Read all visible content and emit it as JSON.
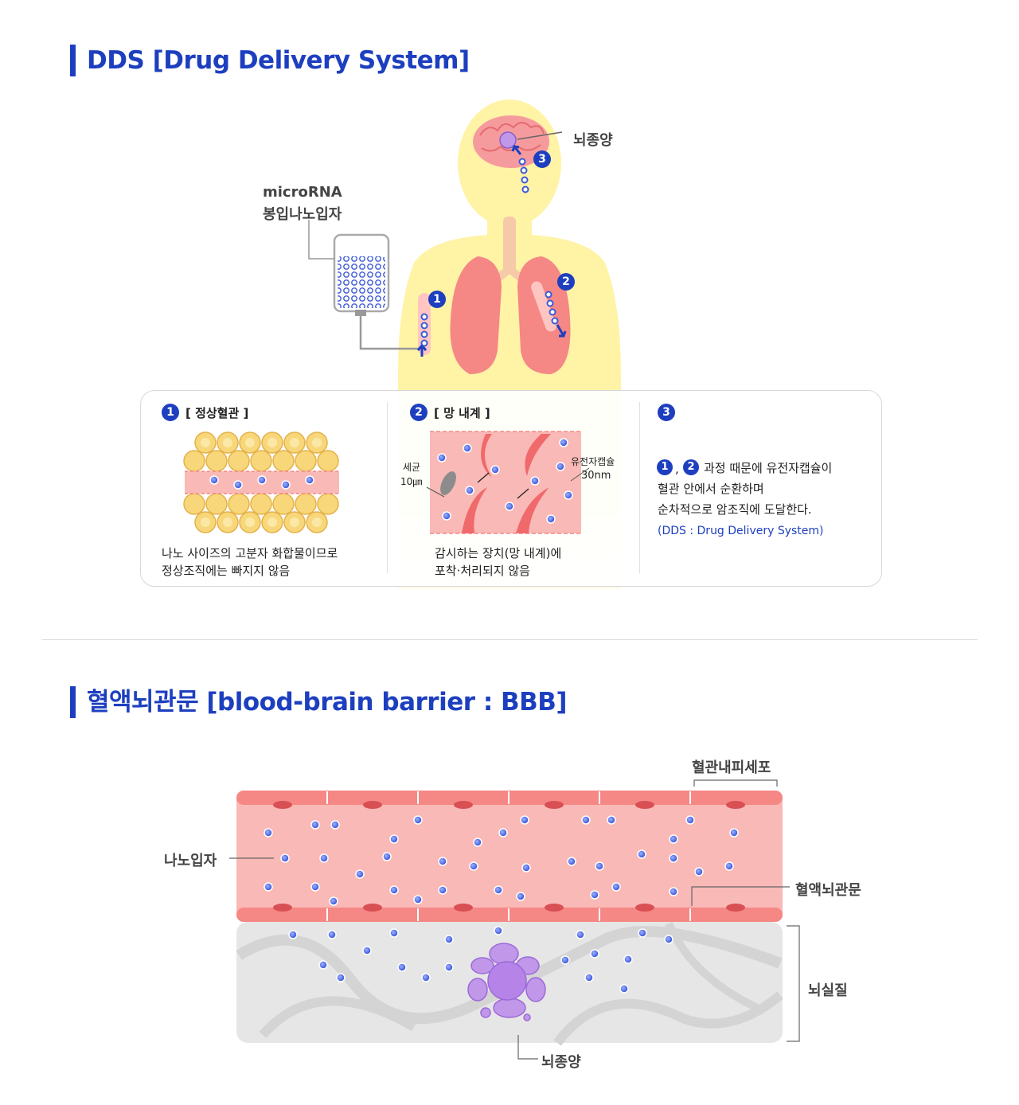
{
  "dds": {
    "title": "DDS [Drug Delivery System]",
    "label_tumor": "뇌종양",
    "label_mirna_line1": "microRNA",
    "label_mirna_line2": "봉입나노입자",
    "step_badges": [
      "1",
      "2",
      "3"
    ],
    "panel1": {
      "badge": "1",
      "title": "[ 정상혈관 ]",
      "text_line1": "나노 사이즈의 고분자 화합물이므로",
      "text_line2": "정상조직에는 빠지지 않음"
    },
    "panel2": {
      "badge": "2",
      "title": "[ 망 내계 ]",
      "bacteria_label1": "세균",
      "bacteria_label2": "10㎛",
      "capsule_label1": "유전자캡슐",
      "capsule_label2": "30nm",
      "text_line1": "감시하는 장치(망 내계)에",
      "text_line2": "포착·처리되지 않음"
    },
    "panel3": {
      "badge": "3",
      "inline_badge1": "1",
      "comma": ",",
      "inline_badge2": "2",
      "text_line1": "과정 때문에 유전자캡슐이",
      "text_line2": "혈관 안에서 순환하며",
      "text_line3": "순차적으로 암조직에 도달한다.",
      "text_line4": "(DDS : Drug Delivery System)"
    }
  },
  "bbb": {
    "title": "혈액뇌관문 [blood-brain barrier : BBB]",
    "label_endothelial": "혈관내피세포",
    "label_nanoparticle": "나노입자",
    "label_barrier": "혈액뇌관문",
    "label_parenchyma": "뇌실질",
    "label_tumor": "뇌종양"
  },
  "colors": {
    "accent": "#1d3fbf",
    "body_yellow": "#fff3a6",
    "lung_pink": "#f58785",
    "vessel_pink": "#f9b9b6",
    "cell_yellow": "#f8d77a",
    "brain_gray": "#e6e6e6",
    "tumor_purple": "#c197ea"
  }
}
